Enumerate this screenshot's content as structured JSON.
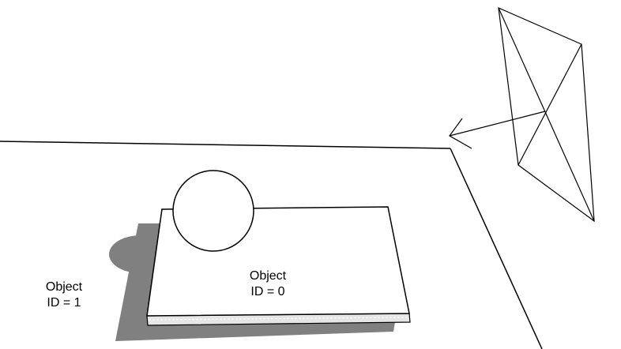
{
  "colors": {
    "background": "#ffffff",
    "line": "#000000",
    "shadow": "#808080",
    "slab_top": "#ffffff",
    "slab_edge": "#e6e6e6"
  },
  "labels": {
    "object_1": {
      "line1": "Object",
      "line2": "ID = 1"
    },
    "object_0": {
      "line1": "Object",
      "line2": "ID = 0"
    }
  }
}
